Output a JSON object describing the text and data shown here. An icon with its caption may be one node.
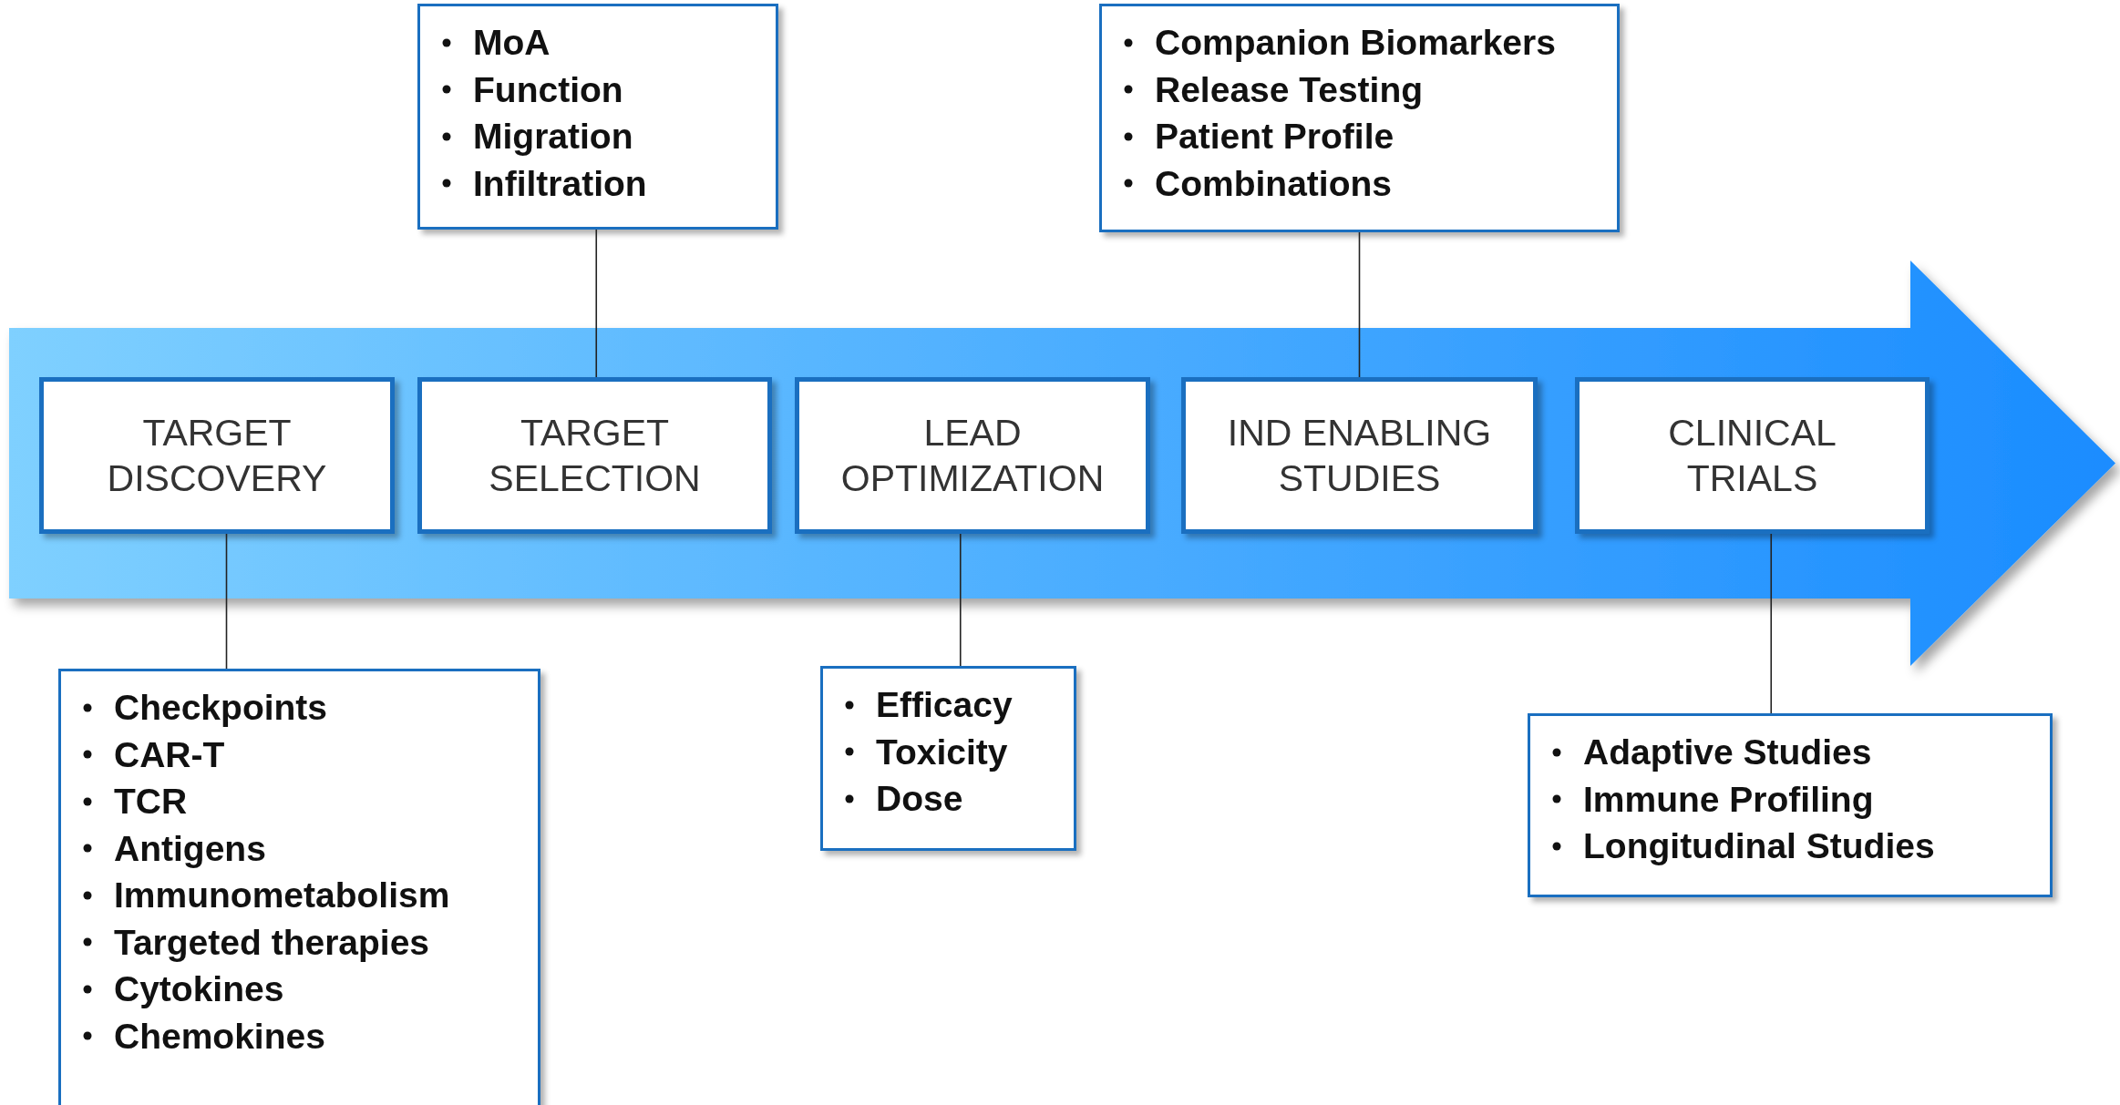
{
  "diagram": {
    "nodes": [
      {
        "text": [
          "MoA",
          "Function",
          "Migration",
          "Infiltration"
        ]
      },
      {
        "text": [
          "Companion Biomarkers",
          "Release Testing",
          "Patient Profile",
          "Combinations"
        ]
      },
      {
        "text": [],
        "shape": "arrow"
      },
      {
        "text": [
          "TARGET DISCOVERY"
        ],
        "in": 2
      },
      {
        "text": [
          "TARGET SELECTION"
        ],
        "in": 2
      },
      {
        "text": [
          "LEAD OPTIMIZATION"
        ],
        "in": 2
      },
      {
        "text": [
          "IND ENABLING STUDIES"
        ],
        "in": 2
      },
      {
        "text": [
          "CLINICAL TRIALS"
        ],
        "in": 2
      },
      {
        "text": [
          "Checkpoints",
          "CAR-T",
          "TCR",
          "Antigens",
          "Immunometabolism",
          "Targeted therapies",
          "Cytokines",
          "Chemokines"
        ]
      },
      {
        "text": [
          "Efficacy",
          "Toxicity",
          "Dose"
        ]
      },
      {
        "text": [
          "Adaptive Studies",
          "Immune Profiling",
          "Longitudinal Studies"
        ]
      }
    ],
    "edges": [
      {
        "from": 4,
        "to": 0,
        "arrow": "none"
      },
      {
        "from": 6,
        "to": 1,
        "arrow": "none"
      },
      {
        "from": 3,
        "to": 8,
        "arrow": "none"
      },
      {
        "from": 5,
        "to": 9,
        "arrow": "none"
      },
      {
        "from": 7,
        "to": 10,
        "arrow": "none"
      }
    ]
  }
}
